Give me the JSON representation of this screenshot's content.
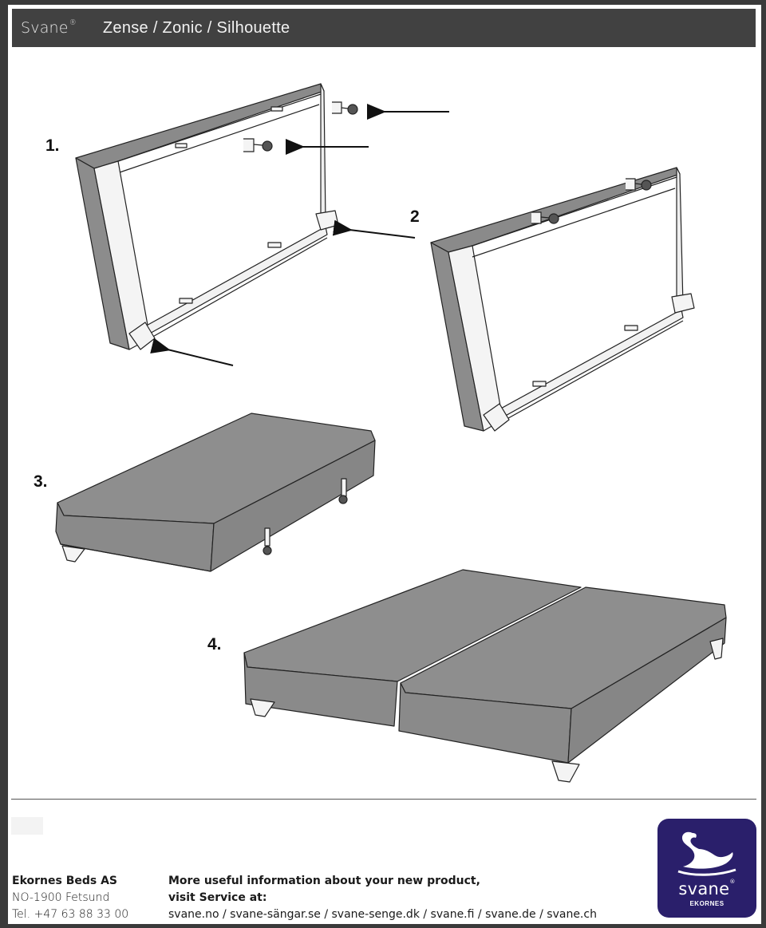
{
  "header": {
    "brand": "Svane",
    "brand_mark": "®",
    "title": "Zense / Zonic / Silhouette"
  },
  "steps": [
    "1.",
    "2",
    "3.",
    "4."
  ],
  "footer": {
    "company": {
      "name": "Ekornes Beds AS",
      "address": "NO-1900 Fetsund",
      "phone": "Tel. +47 63 88 33 00"
    },
    "info_line1": "More useful information about your new product,",
    "info_line2": "visit Service at:",
    "links": "svane.no / svane-sängar.se / svane-senge.dk  / svane.fi / svane.de / svane.ch"
  },
  "logo": {
    "wordmark": "svane",
    "wordmark_mark": "®",
    "sub": "EKORNES",
    "icon": "swan-icon",
    "bg_color": "#2a1f6b"
  },
  "colors": {
    "header_bg": "#414141",
    "frame_fill": "#8a8a8a"
  }
}
